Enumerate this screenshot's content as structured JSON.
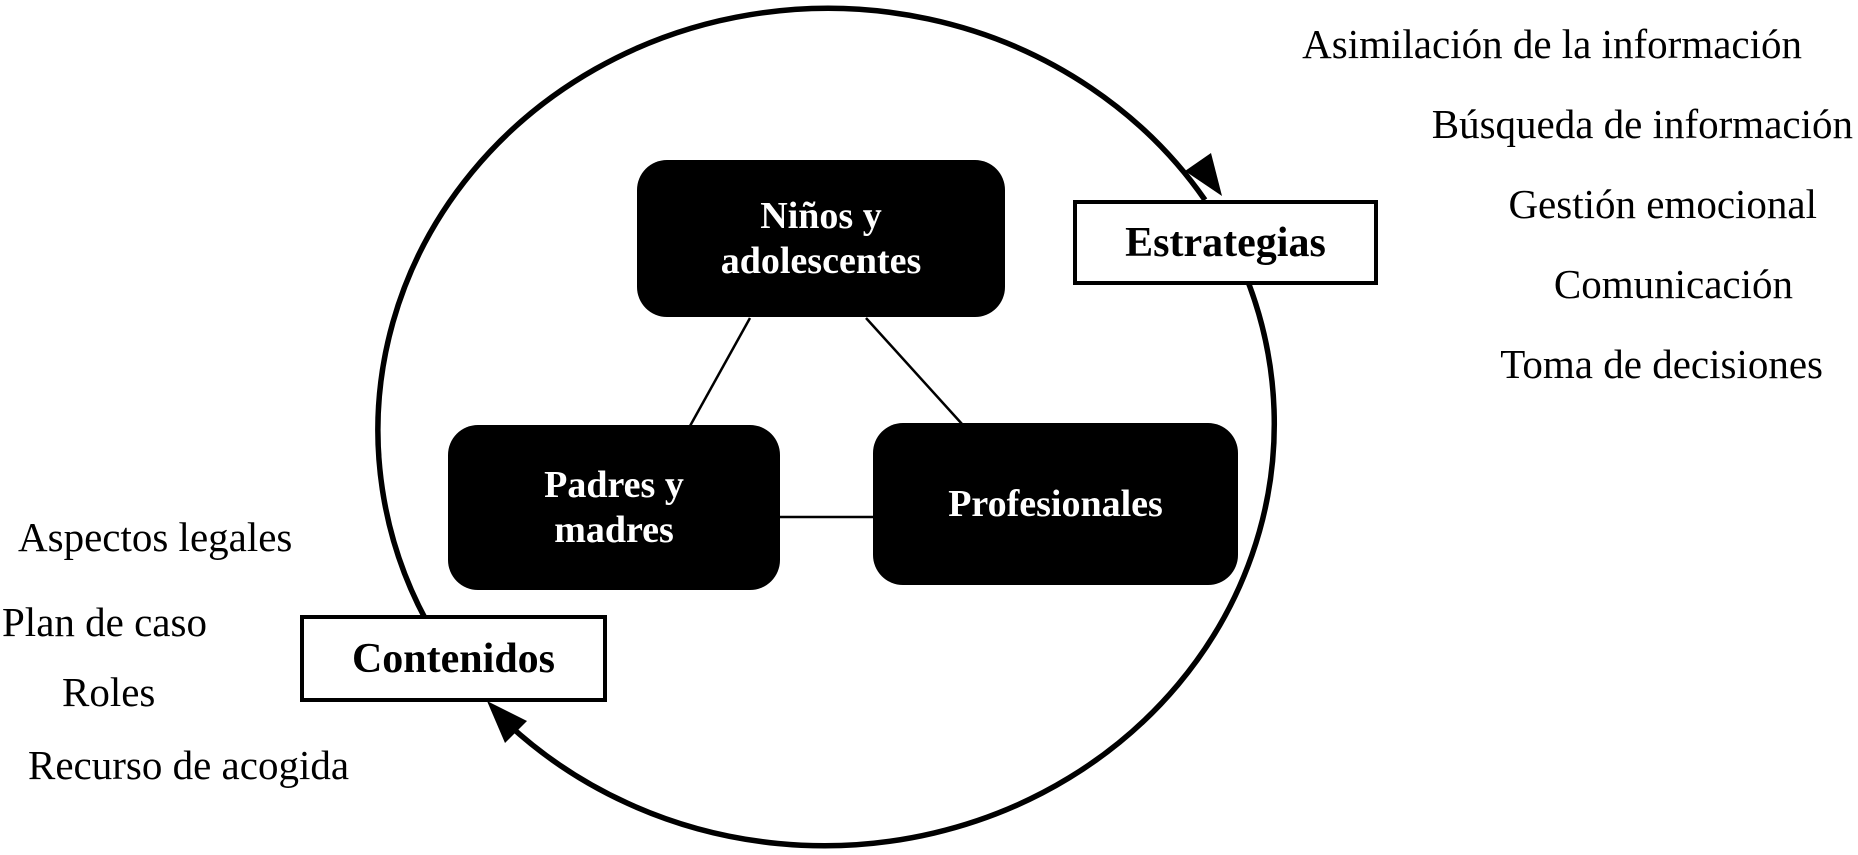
{
  "diagram": {
    "nodes": [
      {
        "label": "Niños y adolescentes"
      },
      {
        "label": "Padres y madres"
      },
      {
        "label": "Profesionales"
      }
    ],
    "cycle": {
      "estrategias": {
        "label": "Estrategias",
        "items": [
          "Asimilación de la información",
          "Búsqueda de información",
          "Gestión emocional",
          "Comunicación",
          "Toma de decisiones"
        ]
      },
      "contenidos": {
        "label": "Contenidos",
        "items": [
          "Aspectos legales",
          "Plan de caso",
          "Roles",
          "Recurso de acogida"
        ]
      }
    },
    "colors": {
      "node_fill": "#000000",
      "node_text": "#ffffff",
      "stroke": "#000000",
      "label_box_fill": "#ffffff",
      "background": "#ffffff"
    }
  }
}
